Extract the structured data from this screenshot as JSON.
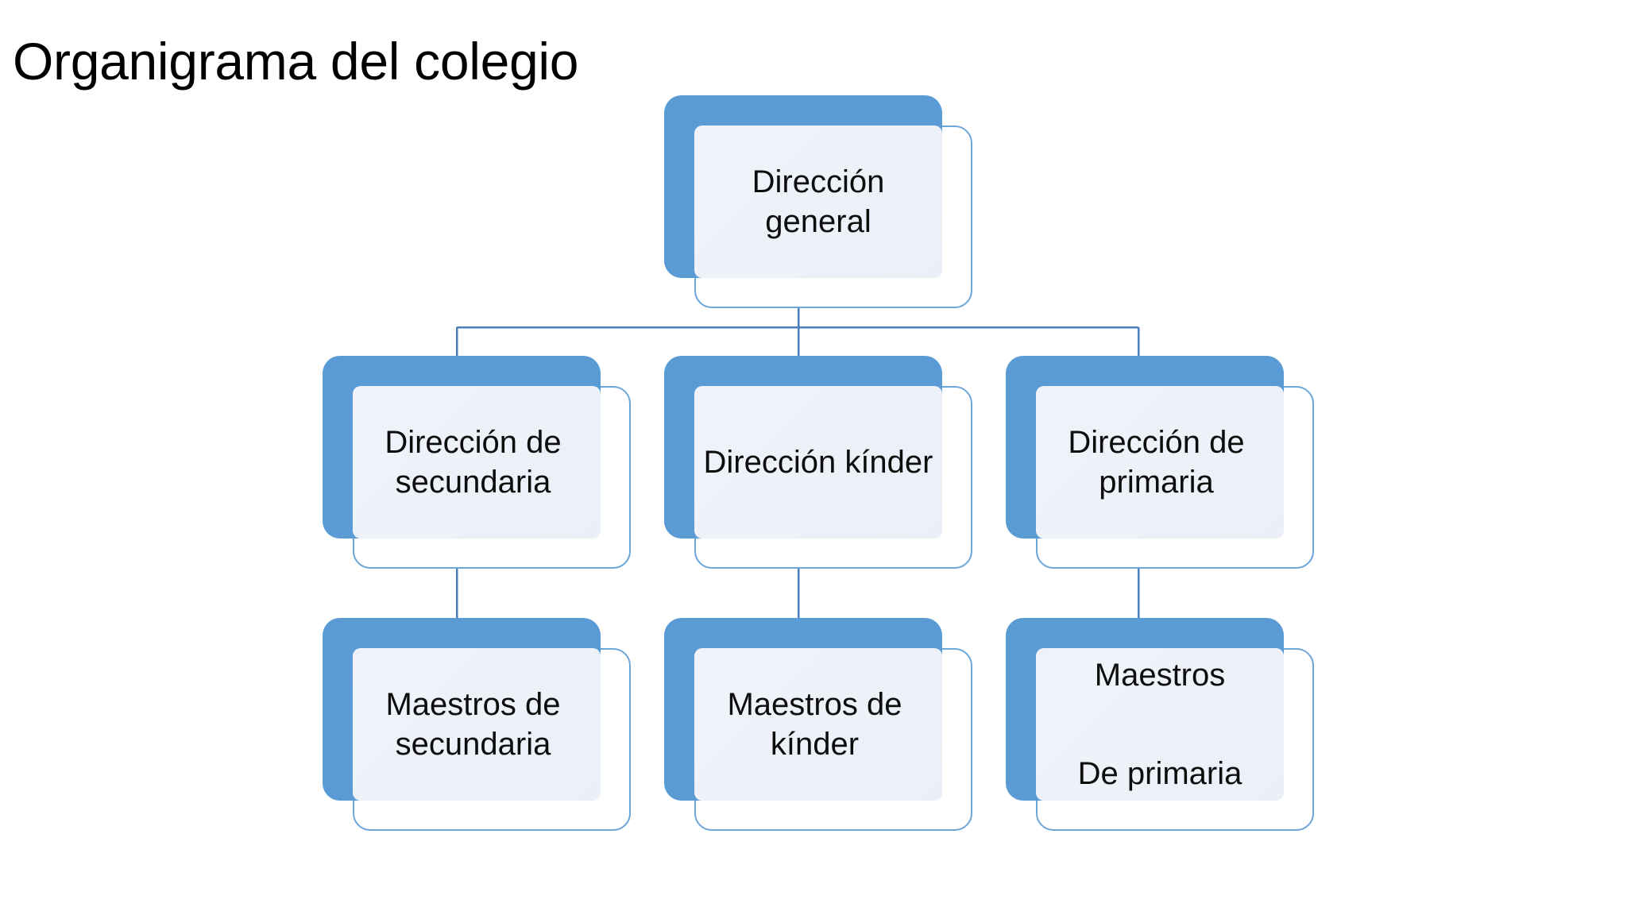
{
  "slide": {
    "title": "Organigrama del colegio",
    "background_color": "#FFFFFF"
  },
  "theme": {
    "accent_blue": "#5B9BD5",
    "outline_blue": "#6CA6D9",
    "inner_fill": "#EDF1F8",
    "connector_color": "#4A7EBB",
    "text_color": "#0D0D0D"
  },
  "chart_data": {
    "type": "diagram",
    "diagram_type": "organization-chart",
    "title": "Organigrama del colegio",
    "levels": 3,
    "nodes": [
      {
        "id": "direccion-general",
        "label": "Dirección general",
        "level": 0,
        "parent": null,
        "column": "center"
      },
      {
        "id": "direccion-secundaria",
        "label": "Dirección de secundaria",
        "level": 1,
        "parent": "direccion-general",
        "column": "left"
      },
      {
        "id": "direccion-kinder",
        "label": "Dirección kínder",
        "level": 1,
        "parent": "direccion-general",
        "column": "center"
      },
      {
        "id": "direccion-primaria",
        "label": "Dirección de primaria",
        "level": 1,
        "parent": "direccion-general",
        "column": "right"
      },
      {
        "id": "maestros-secundaria",
        "label": "Maestros de secundaria",
        "level": 2,
        "parent": "direccion-secundaria",
        "column": "left"
      },
      {
        "id": "maestros-kinder",
        "label": "Maestros de kínder",
        "level": 2,
        "parent": "direccion-kinder",
        "column": "center"
      },
      {
        "id": "maestros-primaria",
        "label": "Maestros\nDe primaria",
        "level": 2,
        "parent": "direccion-primaria",
        "column": "right"
      }
    ]
  },
  "nodes": {
    "direccion_general": {
      "label": "Dirección general"
    },
    "direccion_secundaria": {
      "label": "Dirección de secundaria"
    },
    "direccion_kinder": {
      "label": "Dirección kínder"
    },
    "direccion_primaria": {
      "label": "Dirección de primaria"
    },
    "maestros_secundaria": {
      "label": "Maestros de secundaria"
    },
    "maestros_kinder": {
      "label": "Maestros de kínder"
    },
    "maestros_primaria": {
      "line1": "Maestros",
      "line2": "De primaria"
    }
  }
}
